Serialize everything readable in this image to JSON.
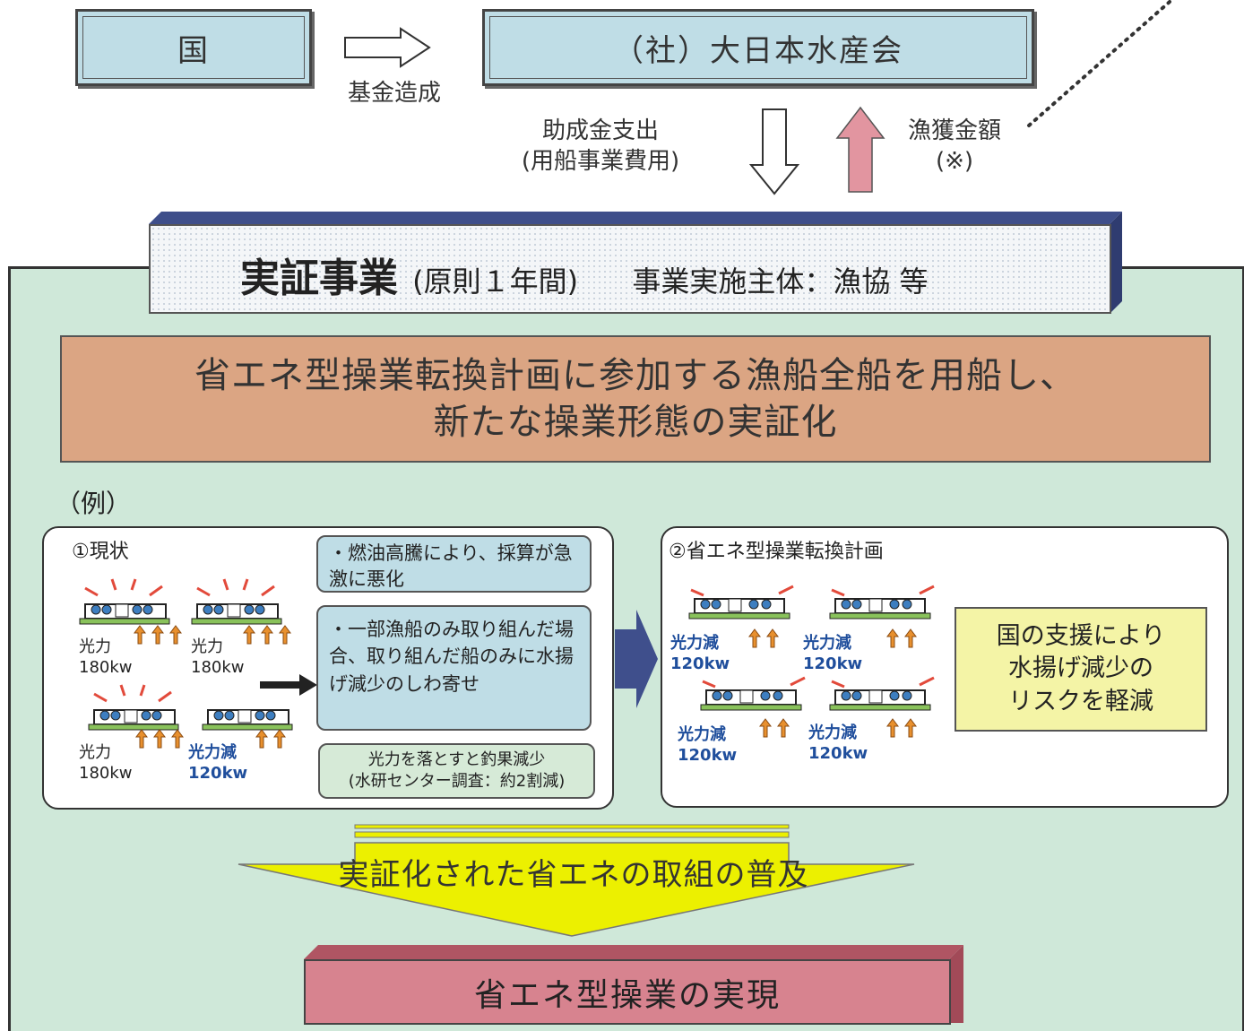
{
  "top": {
    "government": "国",
    "fund_label": "基金造成",
    "association": "（社）大日本水産会",
    "subsidy_label_line1": "助成金支出",
    "subsidy_label_line2": "(用船事業費用)",
    "catch_label_line1": "漁獲金額",
    "catch_label_line2": "(※)"
  },
  "banner": {
    "title": "実証事業",
    "period": "(原則１年間)",
    "implementer": "事業実施主体：漁協 等"
  },
  "plan": {
    "line1": "省エネ型操業転換計画に参加する漁船全船を用船し、",
    "line2": "新たな操業形態の実証化"
  },
  "example": {
    "label": "（例）",
    "current": {
      "title": "①現状",
      "boats": [
        {
          "line1": "光力",
          "line2": "180kw",
          "reduced": false
        },
        {
          "line1": "光力",
          "line2": "180kw",
          "reduced": false
        },
        {
          "line1": "光力",
          "line2": "180kw",
          "reduced": false
        },
        {
          "line1": "光力減",
          "line2": "120kw",
          "reduced": true
        }
      ],
      "note1": "・燃油高騰により、採算が急激に悪化",
      "note2": "・一部漁船のみ取り組んだ場合、取り組んだ船のみに水揚げ減少のしわ寄せ",
      "note3_line1": "光力を落とすと釣果減少",
      "note3_line2": "(水研センター調査：約2割減)"
    },
    "plan": {
      "title": "②省エネ型操業転換計画",
      "boats": [
        {
          "line1": "光力減",
          "line2": "120kw"
        },
        {
          "line1": "光力減",
          "line2": "120kw"
        },
        {
          "line1": "光力減",
          "line2": "120kw"
        },
        {
          "line1": "光力減",
          "line2": "120kw"
        }
      ],
      "support_line1": "国の支援により",
      "support_line2": "水揚げ減少の",
      "support_line3": "リスクを軽減"
    }
  },
  "spread": "実証化された省エネの取組の普及",
  "result": "省エネ型操業の実現",
  "colors": {
    "light_blue": "#bfdde6",
    "green_panel": "#cfe8d9",
    "orange": "#dba583",
    "yellow_arrow": "#ecf000",
    "pink": "#d7838f",
    "navy_arrow": "#3f4f8c",
    "boat_label_blue": "#1f4e9c"
  }
}
